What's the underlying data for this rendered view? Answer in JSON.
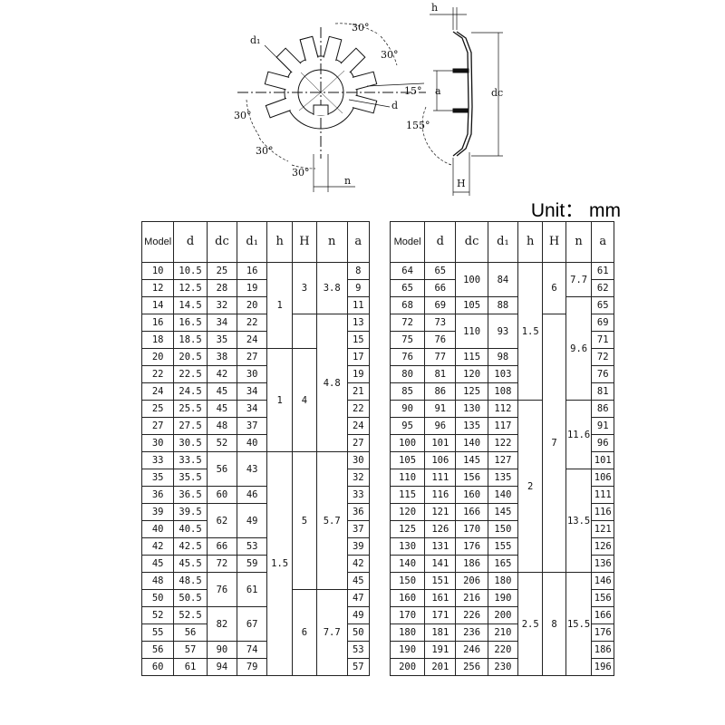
{
  "drawing": {
    "labels": {
      "d1": "d₁",
      "d": "d",
      "angle_30_top": "30°",
      "angle_30_upper_right": "30°",
      "angle_15": "15°",
      "angle_30_left": "30°",
      "angle_30_lower_left": "30°",
      "angle_30_bottom": "30°",
      "n": "n",
      "h": "h",
      "a": "a",
      "dc": "dc",
      "angle_155": "155°",
      "H": "H"
    }
  },
  "unit_label": "Unit： mm",
  "headers": [
    "Model",
    "d",
    "dc",
    "d₁",
    "h",
    "H",
    "n",
    "a"
  ],
  "left_table": {
    "model": [
      "10",
      "12",
      "14",
      "16",
      "18",
      "20",
      "22",
      "24",
      "25",
      "27",
      "30",
      "33",
      "35",
      "36",
      "39",
      "40",
      "42",
      "45",
      "48",
      "50",
      "52",
      "55",
      "56",
      "60"
    ],
    "d": [
      "10.5",
      "12.5",
      "14.5",
      "16.5",
      "18.5",
      "20.5",
      "22.5",
      "24.5",
      "25.5",
      "27.5",
      "30.5",
      "33.5",
      "35.5",
      "36.5",
      "39.5",
      "40.5",
      "42.5",
      "45.5",
      "48.5",
      "50.5",
      "52.5",
      "56",
      "57",
      "61"
    ],
    "a": [
      "8",
      "9",
      "11",
      "13",
      "15",
      "17",
      "19",
      "21",
      "22",
      "24",
      "27",
      "30",
      "32",
      "33",
      "36",
      "37",
      "39",
      "42",
      "45",
      "47",
      "49",
      "50",
      "53",
      "57"
    ],
    "dc": [
      {
        "v": "25",
        "span": 1
      },
      {
        "v": "28",
        "span": 1
      },
      {
        "v": "32",
        "span": 1
      },
      {
        "v": "34",
        "span": 1
      },
      {
        "v": "35",
        "span": 1
      },
      {
        "v": "38",
        "span": 1
      },
      {
        "v": "42",
        "span": 1
      },
      {
        "v": "45",
        "span": 1
      },
      {
        "v": "45",
        "span": 1
      },
      {
        "v": "48",
        "span": 1
      },
      {
        "v": "52",
        "span": 1
      },
      {
        "v": "56",
        "span": 2
      },
      {
        "v": "60",
        "span": 1
      },
      {
        "v": "62",
        "span": 2
      },
      {
        "v": "66",
        "span": 1
      },
      {
        "v": "72",
        "span": 1
      },
      {
        "v": "76",
        "span": 2
      },
      {
        "v": "82",
        "span": 2
      },
      {
        "v": "90",
        "span": 1
      },
      {
        "v": "94",
        "span": 1
      }
    ],
    "d1": [
      {
        "v": "16",
        "span": 1
      },
      {
        "v": "19",
        "span": 1
      },
      {
        "v": "20",
        "span": 1
      },
      {
        "v": "22",
        "span": 1
      },
      {
        "v": "24",
        "span": 1
      },
      {
        "v": "27",
        "span": 1
      },
      {
        "v": "30",
        "span": 1
      },
      {
        "v": "34",
        "span": 1
      },
      {
        "v": "34",
        "span": 1
      },
      {
        "v": "37",
        "span": 1
      },
      {
        "v": "40",
        "span": 1
      },
      {
        "v": "43",
        "span": 2
      },
      {
        "v": "46",
        "span": 1
      },
      {
        "v": "49",
        "span": 2
      },
      {
        "v": "53",
        "span": 1
      },
      {
        "v": "59",
        "span": 1
      },
      {
        "v": "61",
        "span": 2
      },
      {
        "v": "67",
        "span": 2
      },
      {
        "v": "74",
        "span": 1
      },
      {
        "v": "79",
        "span": 1
      }
    ],
    "h": [
      {
        "v": "1",
        "span": 5
      },
      {
        "v": "1",
        "span": 6
      },
      {
        "v": "1.5",
        "span": 13
      }
    ],
    "H": [
      {
        "v": "3",
        "span": 3
      },
      {
        "v": "",
        "span": 2
      },
      {
        "v": "4",
        "span": 6
      },
      {
        "v": "5",
        "span": 8
      },
      {
        "v": "6",
        "span": 5
      }
    ],
    "n": [
      {
        "v": "3.8",
        "span": 3
      },
      {
        "v": "4.8",
        "span": 8
      },
      {
        "v": "5.7",
        "span": 8
      },
      {
        "v": "7.7",
        "span": 5
      }
    ]
  },
  "right_table": {
    "model": [
      "64",
      "65",
      "68",
      "72",
      "75",
      "76",
      "80",
      "85",
      "90",
      "95",
      "100",
      "105",
      "110",
      "115",
      "120",
      "125",
      "130",
      "140",
      "150",
      "160",
      "170",
      "180",
      "190",
      "200"
    ],
    "d": [
      "65",
      "66",
      "69",
      "73",
      "76",
      "77",
      "81",
      "86",
      "91",
      "96",
      "101",
      "106",
      "111",
      "116",
      "121",
      "126",
      "131",
      "141",
      "151",
      "161",
      "171",
      "181",
      "191",
      "201"
    ],
    "a": [
      "61",
      "62",
      "65",
      "69",
      "71",
      "72",
      "76",
      "81",
      "86",
      "91",
      "96",
      "101",
      "106",
      "111",
      "116",
      "121",
      "126",
      "136",
      "146",
      "156",
      "166",
      "176",
      "186",
      "196"
    ],
    "dc": [
      {
        "v": "100",
        "span": 2
      },
      {
        "v": "105",
        "span": 1
      },
      {
        "v": "110",
        "span": 2
      },
      {
        "v": "115",
        "span": 1
      },
      {
        "v": "120",
        "span": 1
      },
      {
        "v": "125",
        "span": 1
      },
      {
        "v": "130",
        "span": 1
      },
      {
        "v": "135",
        "span": 1
      },
      {
        "v": "140",
        "span": 1
      },
      {
        "v": "145",
        "span": 1
      },
      {
        "v": "156",
        "span": 1
      },
      {
        "v": "160",
        "span": 1
      },
      {
        "v": "166",
        "span": 1
      },
      {
        "v": "170",
        "span": 1
      },
      {
        "v": "176",
        "span": 1
      },
      {
        "v": "186",
        "span": 1
      },
      {
        "v": "206",
        "span": 1
      },
      {
        "v": "216",
        "span": 1
      },
      {
        "v": "226",
        "span": 1
      },
      {
        "v": "236",
        "span": 1
      },
      {
        "v": "246",
        "span": 1
      },
      {
        "v": "256",
        "span": 1
      }
    ],
    "d1": [
      {
        "v": "84",
        "span": 2
      },
      {
        "v": "88",
        "span": 1
      },
      {
        "v": "93",
        "span": 2
      },
      {
        "v": "98",
        "span": 1
      },
      {
        "v": "103",
        "span": 1
      },
      {
        "v": "108",
        "span": 1
      },
      {
        "v": "112",
        "span": 1
      },
      {
        "v": "117",
        "span": 1
      },
      {
        "v": "122",
        "span": 1
      },
      {
        "v": "127",
        "span": 1
      },
      {
        "v": "135",
        "span": 1
      },
      {
        "v": "140",
        "span": 1
      },
      {
        "v": "145",
        "span": 1
      },
      {
        "v": "150",
        "span": 1
      },
      {
        "v": "155",
        "span": 1
      },
      {
        "v": "165",
        "span": 1
      },
      {
        "v": "180",
        "span": 1
      },
      {
        "v": "190",
        "span": 1
      },
      {
        "v": "200",
        "span": 1
      },
      {
        "v": "210",
        "span": 1
      },
      {
        "v": "220",
        "span": 1
      },
      {
        "v": "230",
        "span": 1
      }
    ],
    "h": [
      {
        "v": "1.5",
        "span": 8
      },
      {
        "v": "2",
        "span": 10
      },
      {
        "v": "2.5",
        "span": 6
      }
    ],
    "H": [
      {
        "v": "6",
        "span": 3
      },
      {
        "v": "7",
        "span": 15
      },
      {
        "v": "8",
        "span": 6
      }
    ],
    "n": [
      {
        "v": "7.7",
        "span": 2
      },
      {
        "v": "9.6",
        "span": 6
      },
      {
        "v": "11.6",
        "span": 4
      },
      {
        "v": "13.5",
        "span": 6
      },
      {
        "v": "15.5",
        "span": 6
      }
    ]
  }
}
